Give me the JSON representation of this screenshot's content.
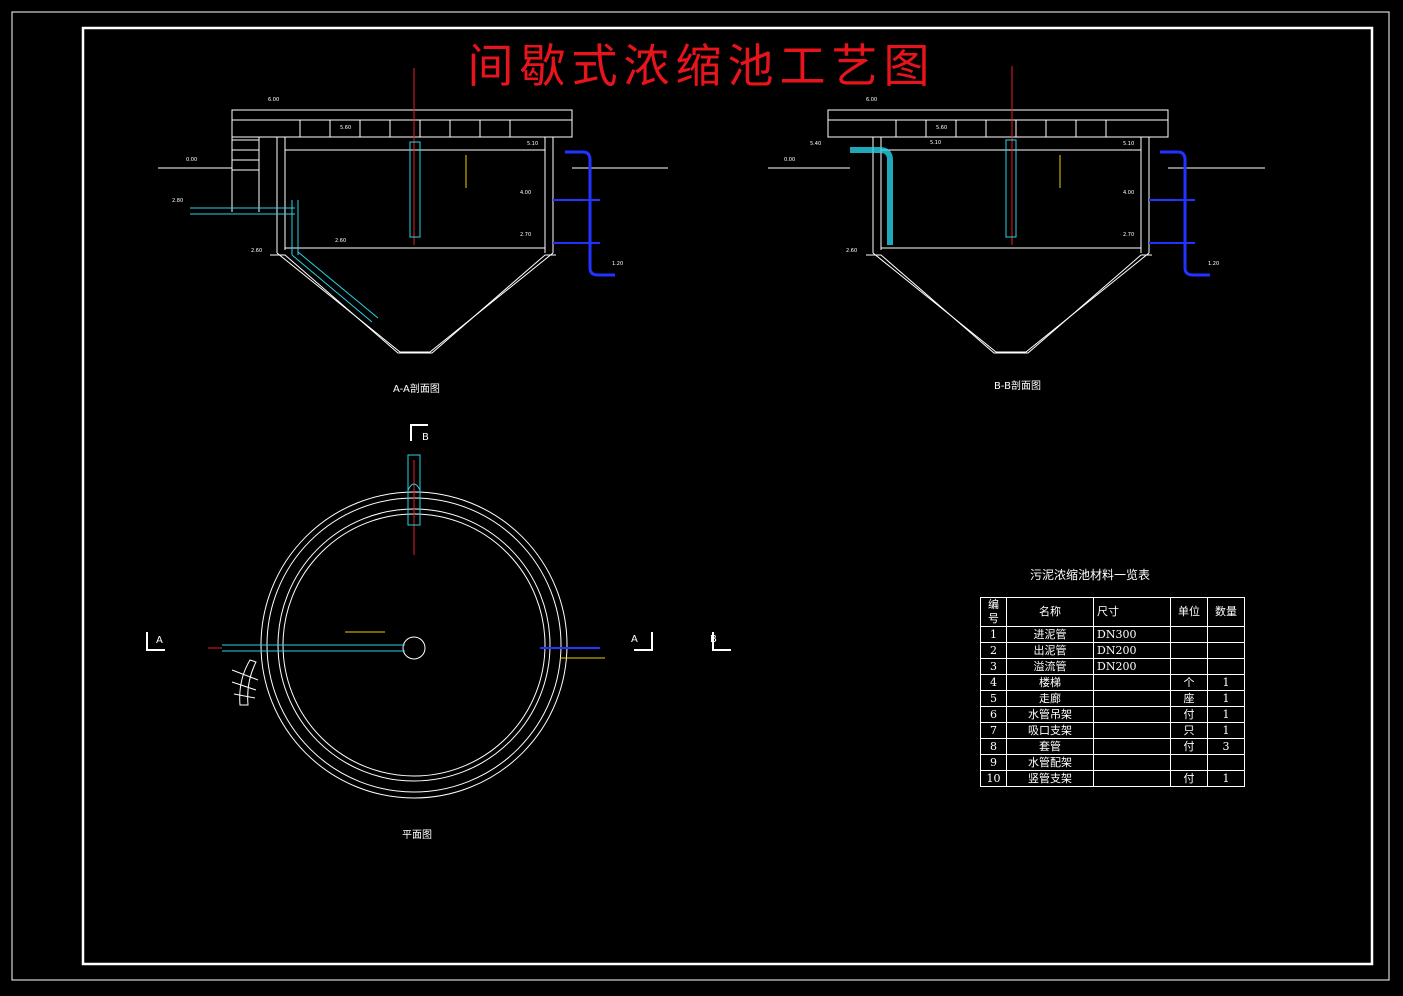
{
  "title": "间歇式浓缩池工艺图",
  "views": {
    "section_a": "A-A剖面图",
    "section_b": "B-B剖面图",
    "plan": "平面图"
  },
  "section_marks": {
    "a": "A",
    "b": "B"
  },
  "table": {
    "title": "污泥浓缩池材料一览表",
    "headers": [
      "编号",
      "名称",
      "尺寸",
      "单位",
      "数量"
    ],
    "rows": [
      [
        "1",
        "进泥管",
        "DN300",
        "",
        ""
      ],
      [
        "2",
        "出泥管",
        "DN200",
        "",
        ""
      ],
      [
        "3",
        "溢流管",
        "DN200",
        "",
        ""
      ],
      [
        "4",
        "楼梯",
        "",
        "个",
        "1"
      ],
      [
        "5",
        "走廊",
        "",
        "座",
        "1"
      ],
      [
        "6",
        "水管吊架",
        "",
        "付",
        "1"
      ],
      [
        "7",
        "吸口支架",
        "",
        "只",
        "1"
      ],
      [
        "8",
        "套管",
        "",
        "付",
        "3"
      ],
      [
        "9",
        "水管配架",
        "",
        "",
        ""
      ],
      [
        "10",
        "竖管支架",
        "",
        "付",
        "1"
      ]
    ]
  },
  "colors": {
    "background": "#000000",
    "lines": "#ffffff",
    "title": "#e8141b",
    "pipe_cyan": "#27d3e6",
    "pipe_blue": "#2233ff",
    "axis_red": "#e0202a",
    "text_yellow": "#e8d000"
  }
}
